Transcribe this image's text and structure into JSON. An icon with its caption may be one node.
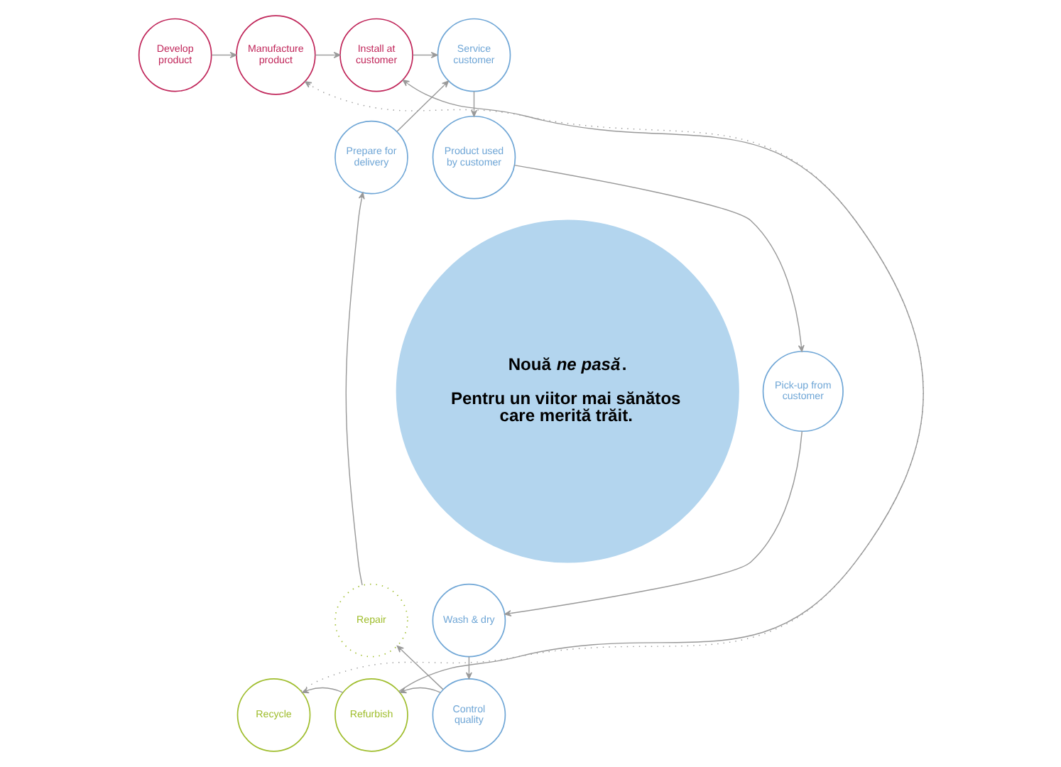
{
  "diagram": {
    "nodes": [
      {
        "text": [
          "Develop product"
        ]
      },
      {
        "text": [
          "Manufacture product"
        ]
      },
      {
        "text": [
          "Install at customer"
        ]
      },
      {
        "text": [
          "Service customer"
        ]
      },
      {
        "text": [
          "Product used by customer"
        ]
      },
      {
        "text": [
          "Pick-up from customer"
        ]
      },
      {
        "text": [
          "Wash & dry"
        ]
      },
      {
        "text": [
          "Control quality"
        ]
      },
      {
        "text": [
          "Refurbish"
        ]
      },
      {
        "text": [
          "Recycle"
        ]
      },
      {
        "text": [
          "Repair"
        ]
      },
      {
        "text": [
          "Prepare for delivery"
        ]
      },
      {
        "text": [
          "Nouă *ne pasă*.",
          "Pentru un viitor mai sănătos care merită trăit."
        ]
      }
    ],
    "edges": [
      {
        "from": 0,
        "to": 1,
        "arrow": "to"
      },
      {
        "from": 1,
        "to": 2,
        "arrow": "to"
      },
      {
        "from": 2,
        "to": 3,
        "arrow": "to"
      },
      {
        "from": 3,
        "to": 4,
        "arrow": "to"
      },
      {
        "from": 4,
        "to": 5,
        "arrow": "to"
      },
      {
        "from": 5,
        "to": 6,
        "arrow": "to"
      },
      {
        "from": 6,
        "to": 7,
        "arrow": "to"
      },
      {
        "from": 7,
        "to": 8,
        "arrow": "to"
      },
      {
        "from": 8,
        "to": 9,
        "arrow": "to"
      },
      {
        "from": 7,
        "to": 10,
        "arrow": "to"
      },
      {
        "from": 10,
        "to": 11,
        "arrow": "to"
      },
      {
        "from": 11,
        "to": 3,
        "arrow": "to"
      },
      {
        "from": 8,
        "to": 2,
        "arrow": "to"
      },
      {
        "from": 9,
        "to": 1,
        "arrow": "to",
        "style": "dashed"
      }
    ]
  }
}
